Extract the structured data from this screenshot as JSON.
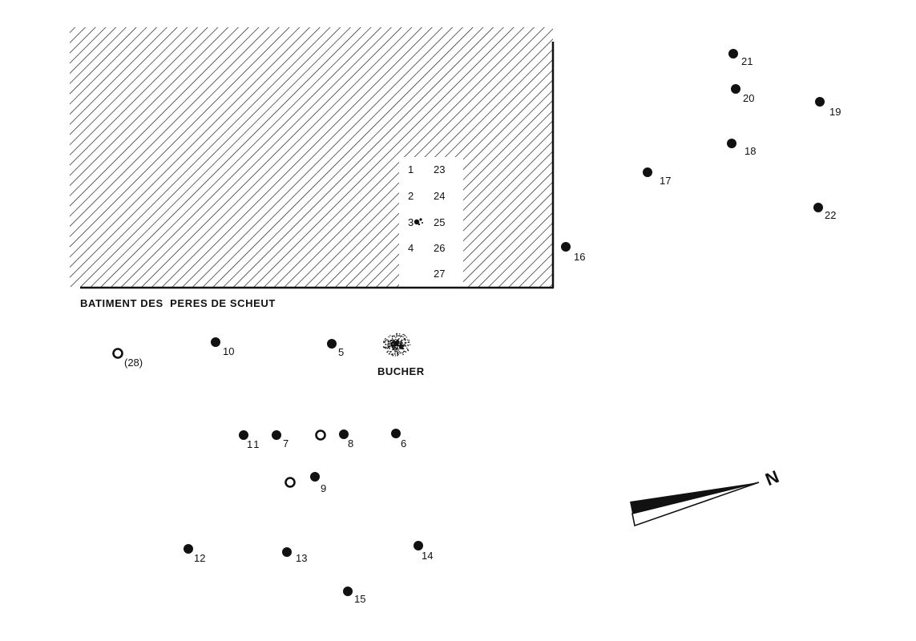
{
  "building": {
    "label": "BATIMENT DES  PERES DE SCHEUT",
    "cells_left": [
      "1",
      "2",
      "3",
      "4"
    ],
    "cells_right": [
      "23",
      "24",
      "25",
      "26",
      "27"
    ]
  },
  "bucher": {
    "label": "BUCHER"
  },
  "north_arrow": {
    "label": "N"
  },
  "points": [
    {
      "label": "(28)",
      "marker": "open-circle"
    },
    {
      "label": "10",
      "marker": "filled-circle"
    },
    {
      "label": "5",
      "marker": "filled-circle"
    },
    {
      "label": "11",
      "marker": "filled-circle"
    },
    {
      "label": "7",
      "marker": "filled-circle"
    },
    {
      "label": "",
      "marker": "open-circle"
    },
    {
      "label": "8",
      "marker": "filled-circle"
    },
    {
      "label": "6",
      "marker": "filled-circle"
    },
    {
      "label": "",
      "marker": "open-circle"
    },
    {
      "label": "9",
      "marker": "filled-circle"
    },
    {
      "label": "12",
      "marker": "filled-circle"
    },
    {
      "label": "13",
      "marker": "filled-circle"
    },
    {
      "label": "14",
      "marker": "filled-circle"
    },
    {
      "label": "15",
      "marker": "filled-circle"
    },
    {
      "label": "16",
      "marker": "filled-circle"
    },
    {
      "label": "17",
      "marker": "filled-circle"
    },
    {
      "label": "18",
      "marker": "filled-circle"
    },
    {
      "label": "19",
      "marker": "filled-circle"
    },
    {
      "label": "20",
      "marker": "filled-circle"
    },
    {
      "label": "21",
      "marker": "filled-circle"
    },
    {
      "label": "22",
      "marker": "filled-circle"
    }
  ]
}
